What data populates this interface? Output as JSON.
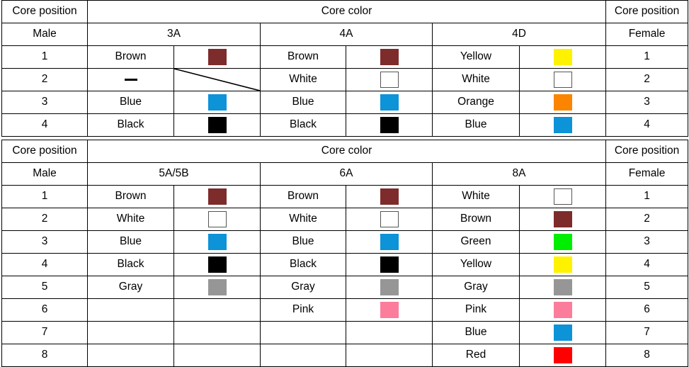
{
  "colors": {
    "brown": "#7E2B2B",
    "white": "#FFFFFF",
    "white_border": "#555555",
    "blue": "#0C93D8",
    "black": "#000000",
    "gray": "#969696",
    "yellow": "#FFF200",
    "orange": "#FB8500",
    "pink": "#FB7D9B",
    "green": "#00EE00",
    "red": "#FE0000",
    "grid": "#000000",
    "page_bg": "#FFFFFF"
  },
  "tables": [
    {
      "id": "table-top",
      "header": {
        "left_corner": "Core position",
        "span_title": "Core color",
        "right_corner": "Core position"
      },
      "subheader": {
        "left": "Male",
        "groups": [
          "3A",
          "4A",
          "4D"
        ],
        "right": "Female"
      },
      "rows": [
        {
          "male": "1",
          "cells": [
            {
              "label": "Brown",
              "swatch": "brown"
            },
            {
              "label": "Brown",
              "swatch": "brown"
            },
            {
              "label": "Yellow",
              "swatch": "yellow"
            }
          ],
          "female": "1"
        },
        {
          "male": "2",
          "cells": [
            {
              "label": "—",
              "swatch": "diagonal"
            },
            {
              "label": "White",
              "swatch": "white"
            },
            {
              "label": "White",
              "swatch": "white"
            }
          ],
          "female": "2"
        },
        {
          "male": "3",
          "cells": [
            {
              "label": "Blue",
              "swatch": "blue"
            },
            {
              "label": "Blue",
              "swatch": "blue"
            },
            {
              "label": "Orange",
              "swatch": "orange"
            }
          ],
          "female": "3"
        },
        {
          "male": "4",
          "cells": [
            {
              "label": "Black",
              "swatch": "black"
            },
            {
              "label": "Black",
              "swatch": "black"
            },
            {
              "label": "Blue",
              "swatch": "blue"
            }
          ],
          "female": "4"
        }
      ]
    },
    {
      "id": "table-bottom",
      "header": {
        "left_corner": "Core position",
        "span_title": "Core color",
        "right_corner": "Core position"
      },
      "subheader": {
        "left": "Male",
        "groups": [
          "5A/5B",
          "6A",
          "8A"
        ],
        "right": "Female"
      },
      "rows": [
        {
          "male": "1",
          "cells": [
            {
              "label": "Brown",
              "swatch": "brown"
            },
            {
              "label": "Brown",
              "swatch": "brown"
            },
            {
              "label": "White",
              "swatch": "white"
            }
          ],
          "female": "1"
        },
        {
          "male": "2",
          "cells": [
            {
              "label": "White",
              "swatch": "white"
            },
            {
              "label": "White",
              "swatch": "white"
            },
            {
              "label": "Brown",
              "swatch": "brown"
            }
          ],
          "female": "2"
        },
        {
          "male": "3",
          "cells": [
            {
              "label": "Blue",
              "swatch": "blue"
            },
            {
              "label": "Blue",
              "swatch": "blue"
            },
            {
              "label": "Green",
              "swatch": "green"
            }
          ],
          "female": "3"
        },
        {
          "male": "4",
          "cells": [
            {
              "label": "Black",
              "swatch": "black"
            },
            {
              "label": "Black",
              "swatch": "black"
            },
            {
              "label": "Yellow",
              "swatch": "yellow"
            }
          ],
          "female": "4"
        },
        {
          "male": "5",
          "cells": [
            {
              "label": "Gray",
              "swatch": "gray"
            },
            {
              "label": "Gray",
              "swatch": "gray"
            },
            {
              "label": "Gray",
              "swatch": "gray"
            }
          ],
          "female": "5"
        },
        {
          "male": "6",
          "cells": [
            {
              "label": "",
              "swatch": "none"
            },
            {
              "label": "Pink",
              "swatch": "pink"
            },
            {
              "label": "Pink",
              "swatch": "pink"
            }
          ],
          "female": "6"
        },
        {
          "male": "7",
          "cells": [
            {
              "label": "",
              "swatch": "none"
            },
            {
              "label": "",
              "swatch": "none"
            },
            {
              "label": "Blue",
              "swatch": "blue"
            }
          ],
          "female": "7"
        },
        {
          "male": "8",
          "cells": [
            {
              "label": "",
              "swatch": "none"
            },
            {
              "label": "",
              "swatch": "none"
            },
            {
              "label": "Red",
              "swatch": "red"
            }
          ],
          "female": "8"
        }
      ]
    }
  ]
}
